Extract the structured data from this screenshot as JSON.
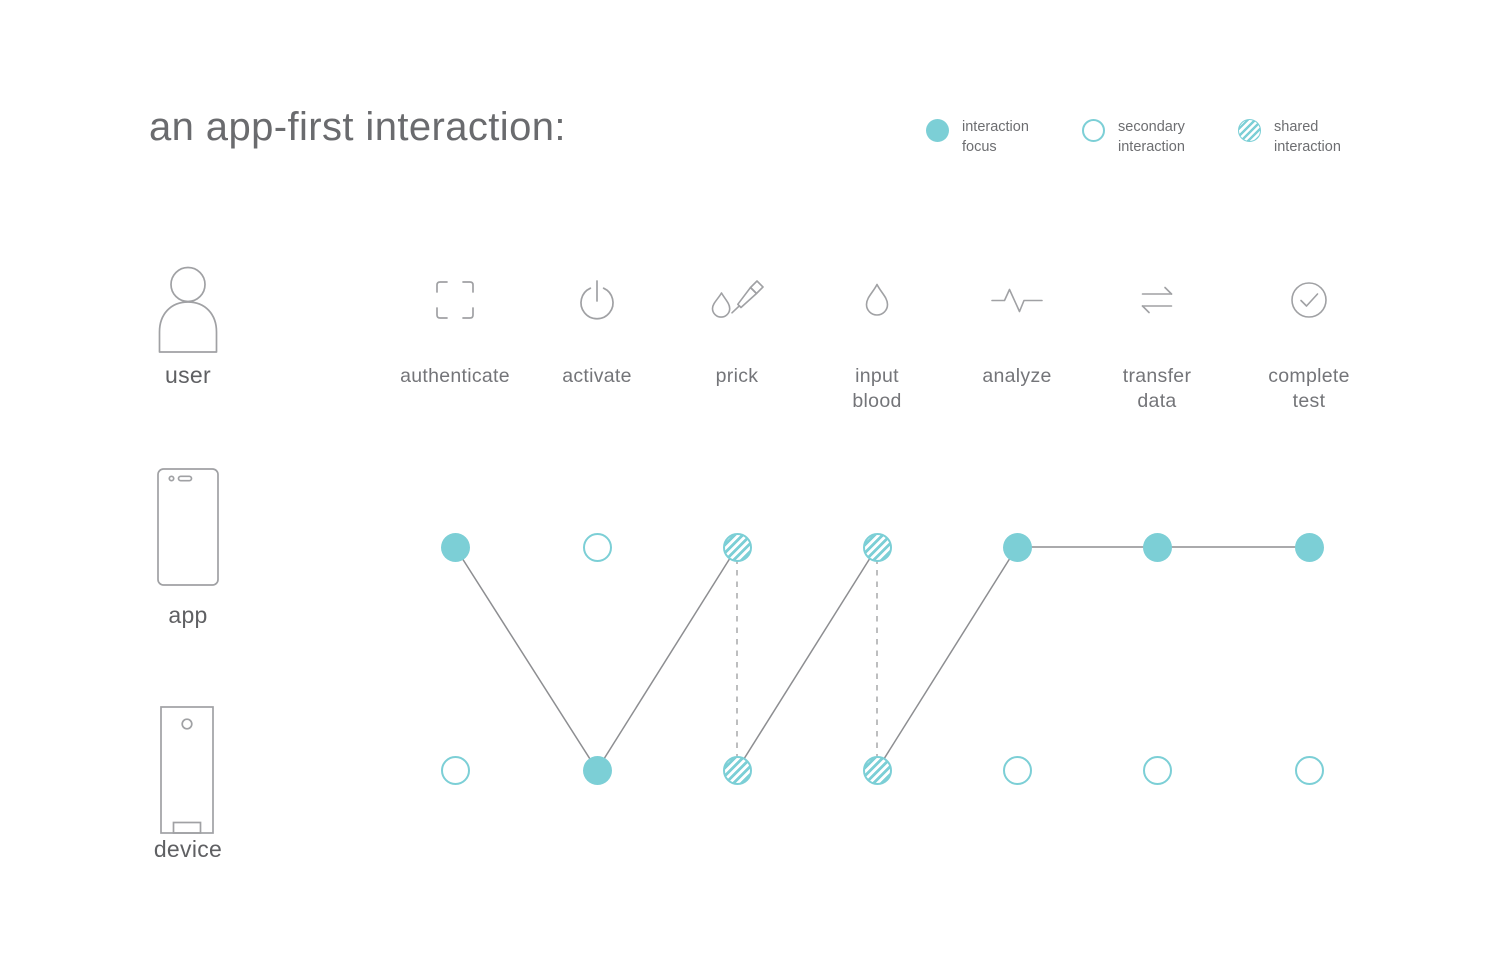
{
  "title": "an app-first interaction:",
  "legend": {
    "items": [
      {
        "id": "interaction-focus",
        "swatch": "focus",
        "label": "interaction\nfocus"
      },
      {
        "id": "secondary-interaction",
        "swatch": "secondary",
        "label": "secondary\ninteraction"
      },
      {
        "id": "shared-interaction",
        "swatch": "shared",
        "label": "shared\ninteraction"
      }
    ]
  },
  "actors": {
    "user": {
      "label": "user",
      "icon": "user-icon"
    },
    "app": {
      "label": "app",
      "icon": "smartphone-icon"
    },
    "device": {
      "label": "device",
      "icon": "reader-device-icon"
    }
  },
  "steps": [
    {
      "id": "authenticate",
      "label": "authenticate",
      "icon": "scan-frame-icon"
    },
    {
      "id": "activate",
      "label": "activate",
      "icon": "power-icon"
    },
    {
      "id": "prick",
      "label": "prick",
      "icon": "lancet-drop-icon"
    },
    {
      "id": "input-blood",
      "label": "input\nblood",
      "icon": "blood-drop-icon"
    },
    {
      "id": "analyze",
      "label": "analyze",
      "icon": "pulse-icon"
    },
    {
      "id": "transfer-data",
      "label": "transfer\ndata",
      "icon": "transfer-arrows-icon"
    },
    {
      "id": "complete-test",
      "label": "complete\ntest",
      "icon": "check-circle-icon"
    }
  ],
  "chart_data": {
    "type": "interaction-timeline",
    "rows": [
      "app",
      "device"
    ],
    "columns": [
      "authenticate",
      "activate",
      "prick",
      "input blood",
      "analyze",
      "transfer data",
      "complete test"
    ],
    "dot_states": {
      "app": [
        "focus",
        "secondary",
        "shared",
        "shared",
        "focus",
        "focus",
        "focus"
      ],
      "device": [
        "secondary",
        "focus",
        "shared",
        "shared",
        "secondary",
        "secondary",
        "secondary"
      ]
    },
    "connections": [
      {
        "from": [
          "app",
          0
        ],
        "to": [
          "device",
          1
        ],
        "style": "solid"
      },
      {
        "from": [
          "device",
          1
        ],
        "to": [
          "app",
          2
        ],
        "style": "solid"
      },
      {
        "from": [
          "app",
          2
        ],
        "to": [
          "device",
          2
        ],
        "style": "dashed"
      },
      {
        "from": [
          "device",
          2
        ],
        "to": [
          "app",
          3
        ],
        "style": "solid"
      },
      {
        "from": [
          "app",
          3
        ],
        "to": [
          "device",
          3
        ],
        "style": "dashed"
      },
      {
        "from": [
          "device",
          3
        ],
        "to": [
          "app",
          4
        ],
        "style": "solid"
      },
      {
        "from": [
          "app",
          4
        ],
        "to": [
          "app",
          5
        ],
        "style": "solid"
      },
      {
        "from": [
          "app",
          5
        ],
        "to": [
          "app",
          6
        ],
        "style": "solid"
      }
    ]
  },
  "colors": {
    "accent_teal": "#7ccfd6",
    "solid_line": "#8d8e91",
    "dashed_line": "#a7a8aa",
    "icon_stroke": "#a0a1a4",
    "text_primary": "#6a6b6e",
    "text_label": "#747579"
  }
}
